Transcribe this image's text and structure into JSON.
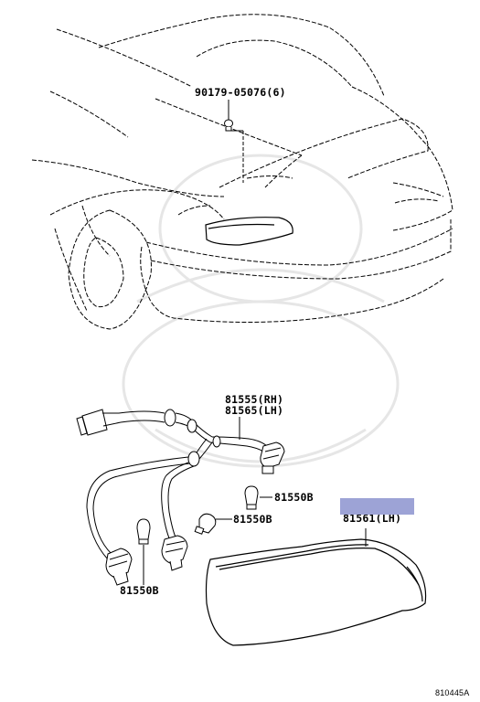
{
  "labels": {
    "bolt": "90179-05076(6)",
    "socket_rh": "81555(RH)",
    "socket_lh": "81565(LH)",
    "bulb_a": "81550B",
    "bulb_b": "81550B",
    "bulb_c": "81550B",
    "lens_lh_partial": "81561(LH)",
    "figure_code": "810445A"
  },
  "colors": {
    "line": "#000000",
    "redaction": "#9da3d6",
    "watermark": "#e9e9e9"
  }
}
